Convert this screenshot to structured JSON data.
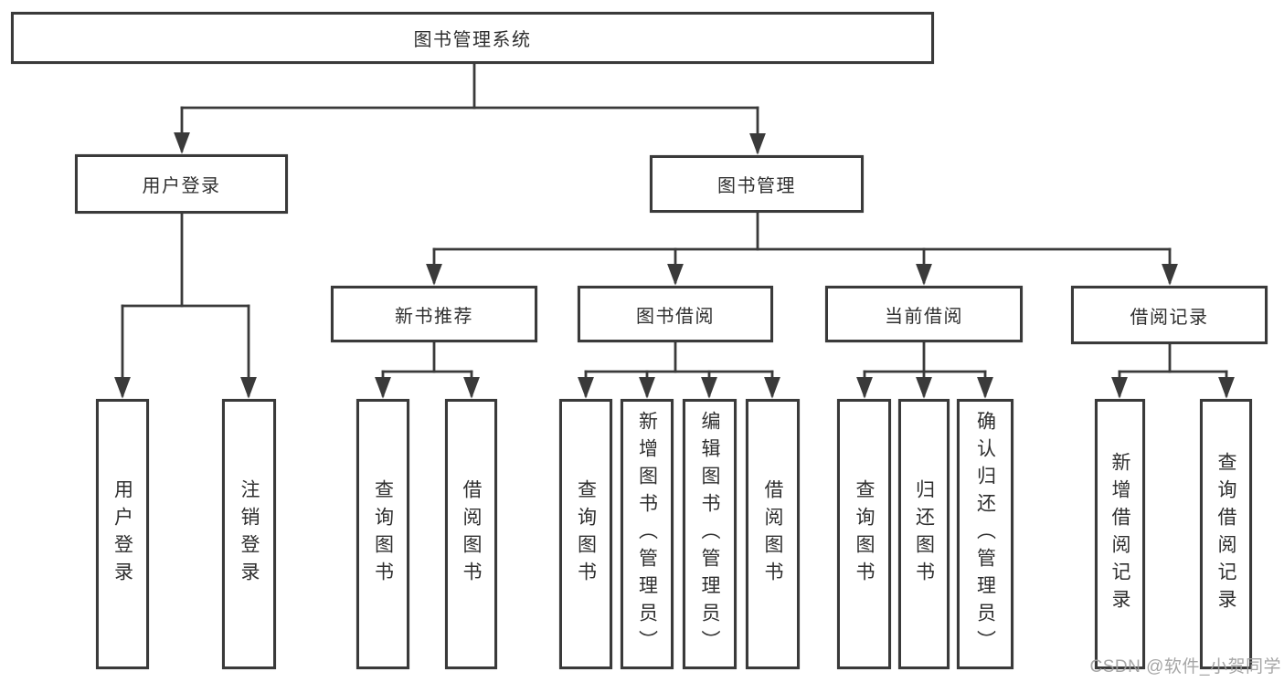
{
  "diagram": {
    "root": {
      "label": "图书管理系统"
    },
    "userLogin": {
      "label": "用户登录",
      "children": {
        "login": {
          "label": "用户登录"
        },
        "logout": {
          "label": "注销登录"
        }
      }
    },
    "bookMgmt": {
      "label": "图书管理",
      "modules": {
        "newBookRec": {
          "label": "新书推荐",
          "children": {
            "queryBooks": {
              "label": "查询图书"
            },
            "borrowBooks": {
              "label": "借阅图书"
            }
          }
        },
        "bookBorrow": {
          "label": "图书借阅",
          "children": {
            "queryBooks": {
              "label": "查询图书"
            },
            "addBooks": {
              "label": "新增图书（管理员）"
            },
            "editBooks": {
              "label": "编辑图书（管理员）"
            },
            "borrowBooks": {
              "label": "借阅图书"
            }
          }
        },
        "currentBorrow": {
          "label": "当前借阅",
          "children": {
            "queryBooks": {
              "label": "查询图书"
            },
            "returnBooks": {
              "label": "归还图书"
            },
            "confirmReturn": {
              "label": "确认归还（管理员）"
            }
          }
        },
        "borrowRecords": {
          "label": "借阅记录",
          "children": {
            "addRecord": {
              "label": "新增借阅记录"
            },
            "queryRecord": {
              "label": "查询借阅记录"
            }
          }
        }
      }
    }
  },
  "watermark": {
    "text": "CSDN @软件_小贺同学"
  },
  "colors": {
    "line": "#3a3a3a",
    "border": "#3a3a3a",
    "text": "#2f2f2f",
    "background": "#ffffff",
    "watermark": "#9e9e9e"
  }
}
